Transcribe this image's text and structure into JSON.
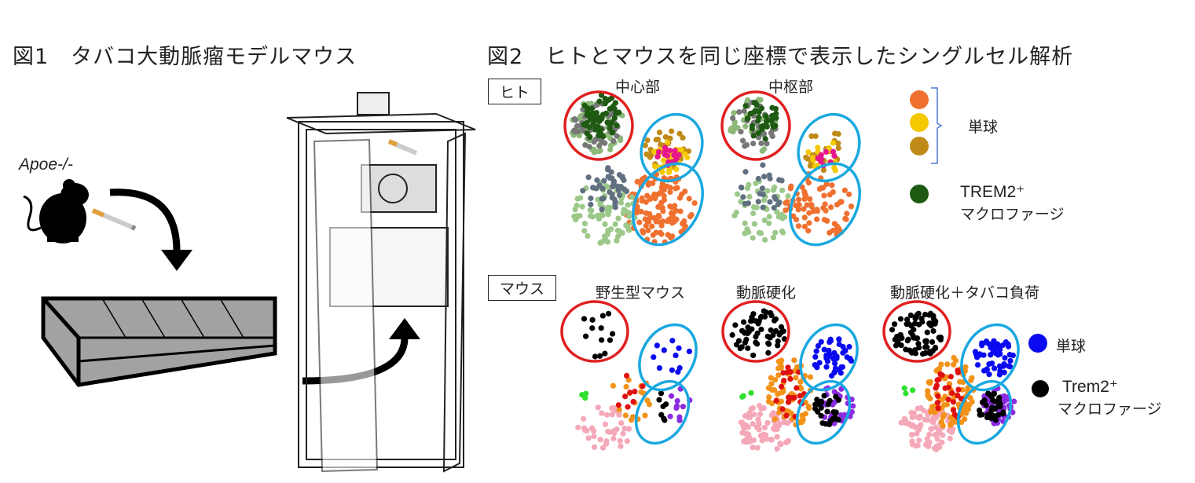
{
  "fig1": {
    "title": "図1　タバコ大動脈瘤モデルマウス",
    "strain": "Apoe-/-"
  },
  "fig2": {
    "title": "図2　ヒトとマウスを同じ座標で表示したシングルセル解析",
    "human": {
      "label": "ヒト",
      "panels": [
        "中心部",
        "中枢部"
      ],
      "legend": {
        "monocyte": "単球",
        "trem2": "TREM2⁺",
        "macrophage": "マクロファージ",
        "colors": [
          "#f07030",
          "#f5c800",
          "#c08a18",
          "#1e5a12"
        ]
      }
    },
    "mouse": {
      "label": "マウス",
      "panels": [
        "野生型マウス",
        "動脈硬化",
        "動脈硬化＋タバコ負荷"
      ],
      "legend": {
        "monocyte": "単球",
        "trem2": "Trem2⁺",
        "macrophage": "マクロファージ",
        "colors": [
          "#0a0af0",
          "#000000"
        ]
      }
    }
  }
}
